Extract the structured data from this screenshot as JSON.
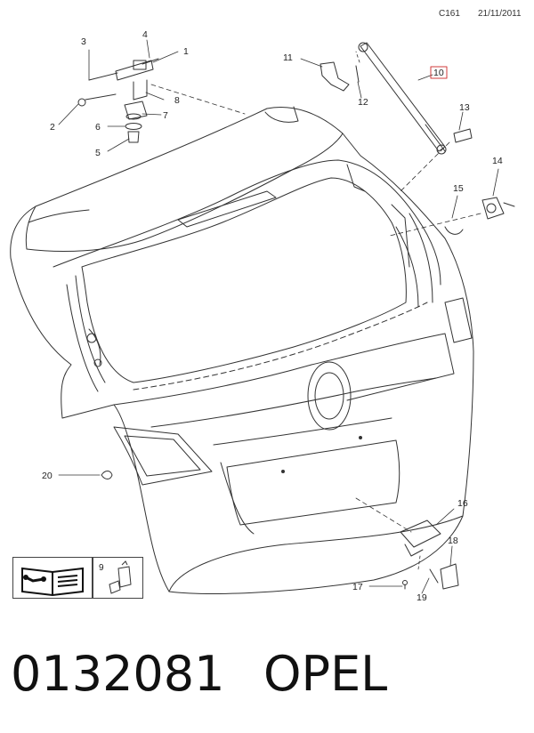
{
  "header": {
    "code": "C161",
    "date": "21/11/2011"
  },
  "footer": {
    "part_number": "0132081",
    "brand": "OPEL"
  },
  "callouts": [
    {
      "id": "1",
      "text": "1"
    },
    {
      "id": "2",
      "text": "2"
    },
    {
      "id": "3",
      "text": "3"
    },
    {
      "id": "4",
      "text": "4"
    },
    {
      "id": "5",
      "text": "5"
    },
    {
      "id": "6",
      "text": "6"
    },
    {
      "id": "7",
      "text": "7"
    },
    {
      "id": "8",
      "text": "8"
    },
    {
      "id": "9",
      "text": "9"
    },
    {
      "id": "10",
      "text": "10"
    },
    {
      "id": "11",
      "text": "11"
    },
    {
      "id": "12",
      "text": "12"
    },
    {
      "id": "13",
      "text": "13"
    },
    {
      "id": "14",
      "text": "14"
    },
    {
      "id": "15",
      "text": "15"
    },
    {
      "id": "16",
      "text": "16"
    },
    {
      "id": "17",
      "text": "17"
    },
    {
      "id": "18",
      "text": "18"
    },
    {
      "id": "19",
      "text": "19"
    },
    {
      "id": "20",
      "text": "20"
    }
  ],
  "colors": {
    "line": "#333333",
    "highlight": "#d23b3b"
  },
  "icons": {
    "manual": "open-book-wrench-icon",
    "bulb": "lamp-unit-icon"
  }
}
